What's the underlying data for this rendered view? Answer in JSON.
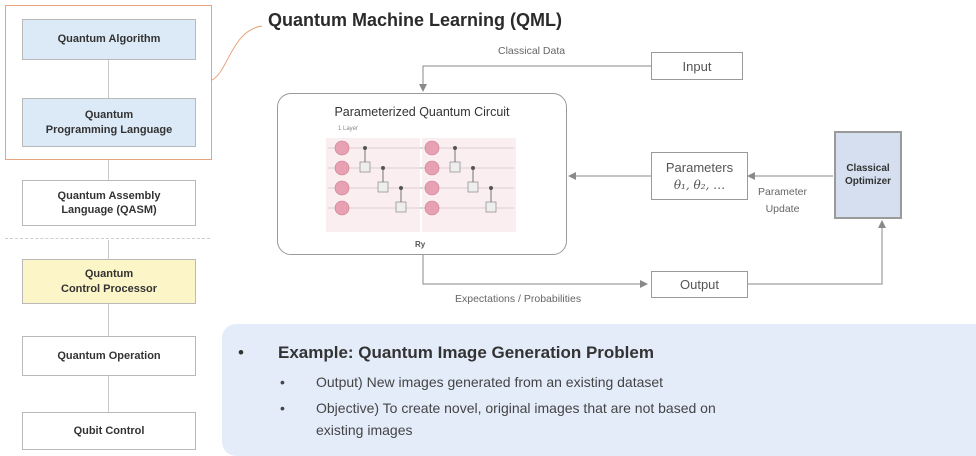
{
  "stack": {
    "items": [
      {
        "label": "Quantum Algorithm"
      },
      {
        "label": "Quantum\nProgramming Language"
      },
      {
        "label": "Quantum Assembly\nLanguage (QASM)"
      },
      {
        "label": "Quantum\nControl Processor"
      },
      {
        "label": "Quantum Operation"
      },
      {
        "label": "Qubit Control"
      }
    ]
  },
  "qml": {
    "title": "Quantum Machine Learning (QML)",
    "classical_data_label": "Classical Data",
    "input_label": "Input",
    "pqc_title": "Parameterized Quantum Circuit",
    "circuit_top_label": "1 Layer",
    "circuit_bottom_label": "Ry",
    "parameters_label": "Parameters",
    "parameters_symbols": "θ₁, θ₂, …",
    "parameter_update_label": "Parameter\nUpdate",
    "optimizer_label": "Classical\nOptimizer",
    "output_label": "Output",
    "expectations_label": "Expectations / Probabilities"
  },
  "example": {
    "title": "Example: Quantum Image Generation Problem",
    "bullets": [
      "Output) New images generated from an existing dataset",
      "Objective) To create novel, original images that are not based on",
      "existing images"
    ]
  },
  "colors": {
    "blue_box": "#dce9f6",
    "yellow_box": "#fbf5c7",
    "frame_orange": "#e8a47e",
    "optimizer_fill": "#d5dff0",
    "example_bg": "#e4ecfa",
    "gate_pink": "#e8a1b3"
  }
}
